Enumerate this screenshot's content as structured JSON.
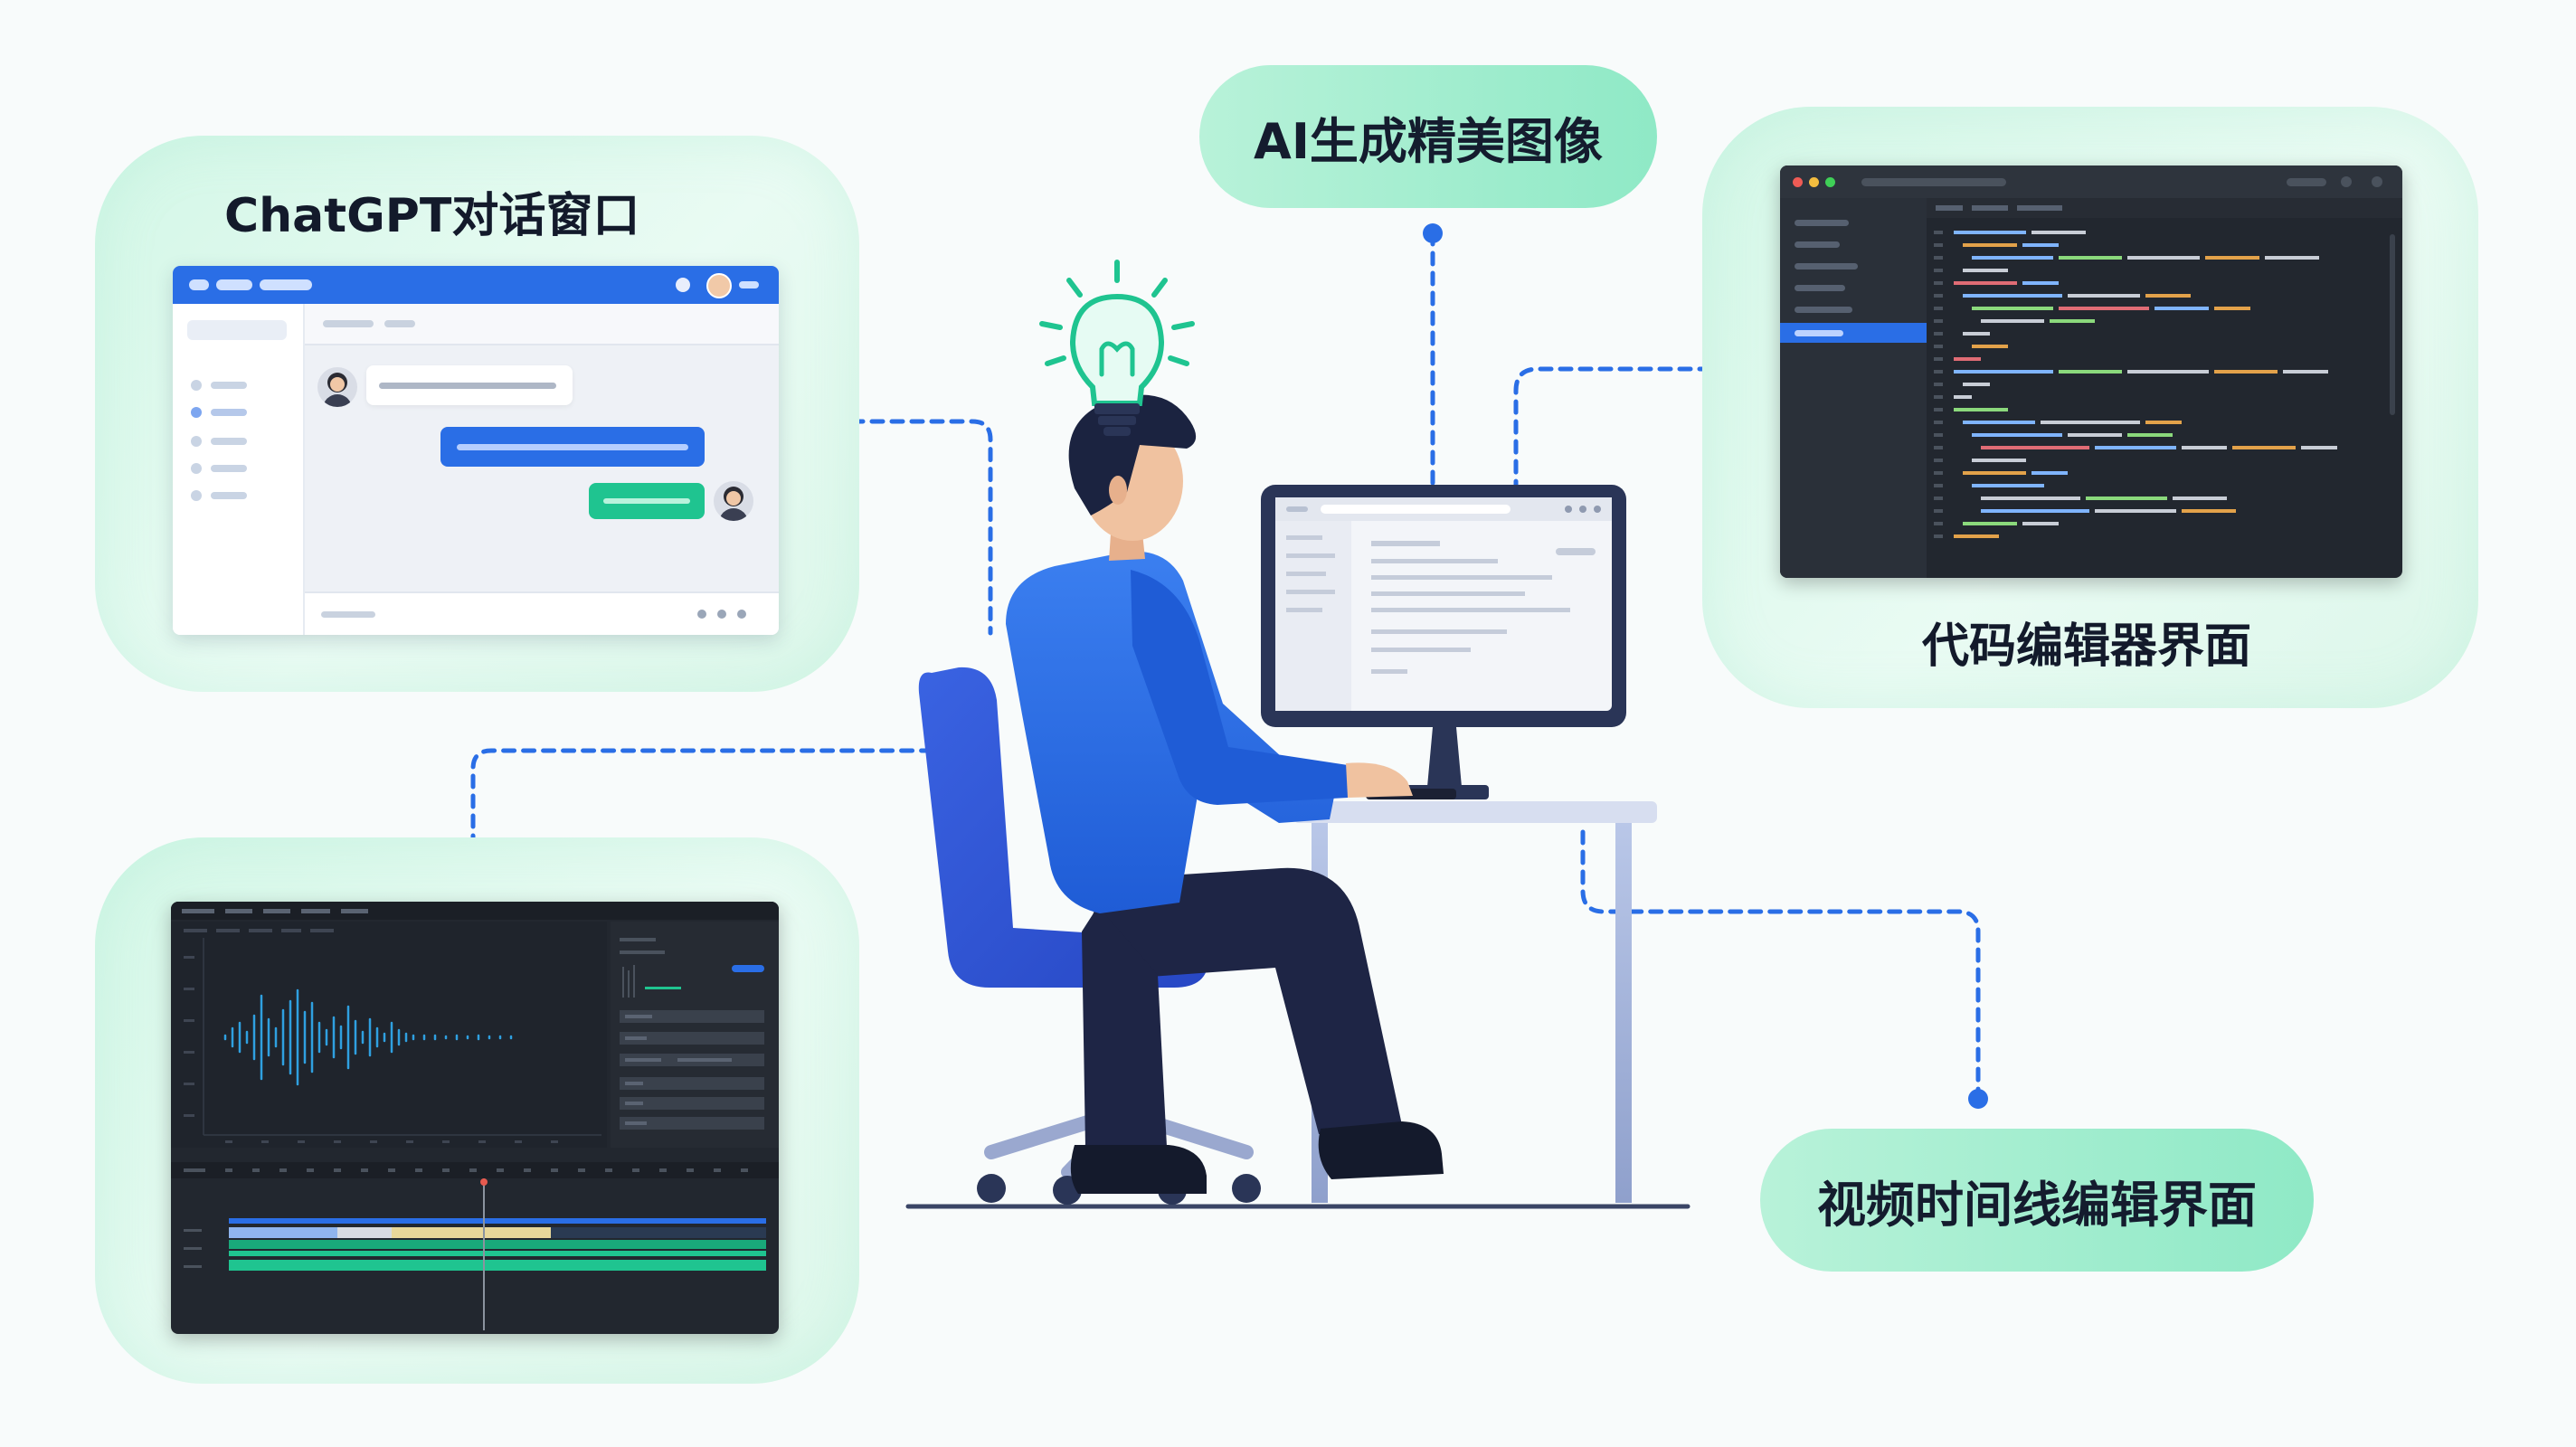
{
  "labels": {
    "chatgpt": "ChatGPT对话窗口",
    "ai_image": "AI生成精美图像",
    "code_editor": "代码编辑器界面",
    "video_timeline": "视频时间线编辑界面"
  },
  "icons": {
    "lightbulb": "lightbulb-icon",
    "avatar": "avatar-icon"
  },
  "colors": {
    "accent_blue": "#2a6ee6",
    "accent_green": "#1fc490",
    "panel_green": "#d7f7e9",
    "dark_ui": "#22272f",
    "pill_green": "#8fe9c6"
  }
}
